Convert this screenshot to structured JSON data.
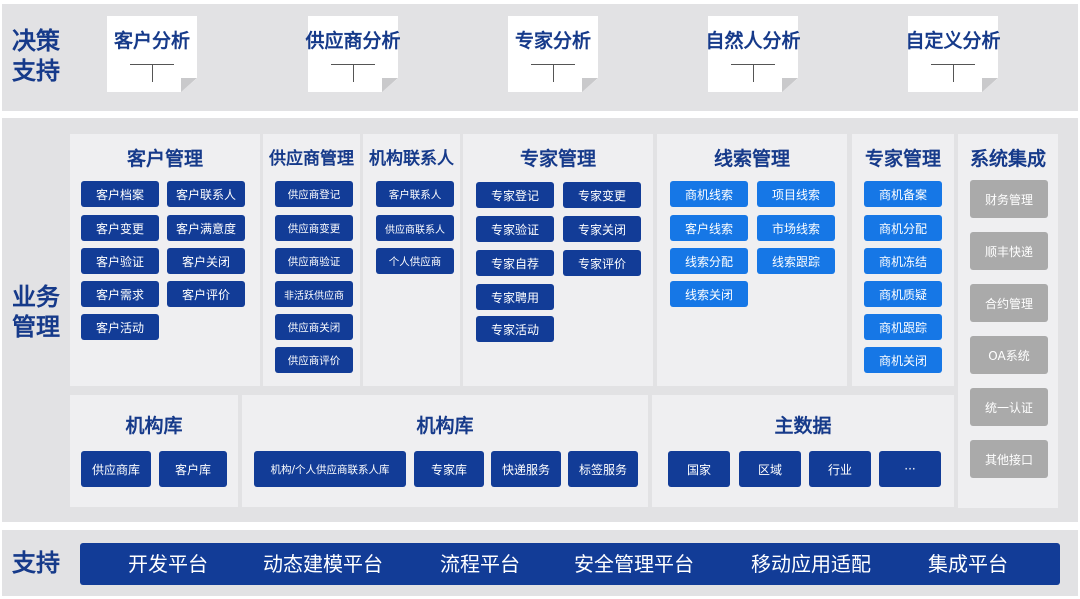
{
  "decision": {
    "label": "决策\n支持",
    "docs": [
      "客户分析",
      "供应商分析",
      "专家分析",
      "自然人分析",
      "自定义分析"
    ]
  },
  "business": {
    "label": "业务\n管理",
    "customer_mgmt": {
      "title": "客户管理",
      "items": [
        "客户档案",
        "客户联系人",
        "客户变更",
        "客户满意度",
        "客户验证",
        "客户关闭",
        "客户需求",
        "客户评价",
        "客户活动"
      ]
    },
    "supplier_mgmt": {
      "title": "供应商管理",
      "items": [
        "供应商登记",
        "供应商变更",
        "供应商验证",
        "非活跃供应商",
        "供应商关闭",
        "供应商评价"
      ]
    },
    "org_contact": {
      "title": "机构联系人",
      "items": [
        "客户联系人",
        "供应商联系人",
        "个人供应商"
      ]
    },
    "expert_mgmt": {
      "title": "专家管理",
      "items": [
        "专家登记",
        "专家变更",
        "专家验证",
        "专家关闭",
        "专家自荐",
        "专家评价",
        "专家聘用",
        "专家活动"
      ]
    },
    "lead_mgmt": {
      "title": "线索管理",
      "items": [
        "商机线索",
        "项目线索",
        "客户线索",
        "市场线索",
        "线索分配",
        "线索跟踪",
        "线索关闭"
      ]
    },
    "expert_mgmt2": {
      "title": "专家管理",
      "items": [
        "商机备案",
        "商机分配",
        "商机冻结",
        "商机质疑",
        "商机跟踪",
        "商机关闭"
      ]
    },
    "system_integration": {
      "title": "系统集成",
      "items": [
        "财务管理",
        "顺丰快递",
        "合约管理",
        "OA系统",
        "统一认证",
        "其他接口"
      ]
    },
    "org_lib1": {
      "title": "机构库",
      "items": [
        "供应商库",
        "客户库"
      ]
    },
    "org_lib2": {
      "title": "机构库",
      "items": [
        "机构/个人供应商联系人库",
        "专家库",
        "快递服务",
        "标签服务"
      ]
    },
    "master_data": {
      "title": "主数据",
      "items": [
        "国家",
        "区域",
        "行业",
        "···"
      ]
    }
  },
  "support": {
    "label": "支持",
    "items": [
      "开发平台",
      "动态建模平台",
      "流程平台",
      "安全管理平台",
      "移动应用适配",
      "集成平台"
    ]
  },
  "colors": {
    "dark_blue": "#123c97",
    "light_blue": "#1677e6",
    "title_blue": "#163a8a",
    "gray_button": "#aaaaaa"
  }
}
